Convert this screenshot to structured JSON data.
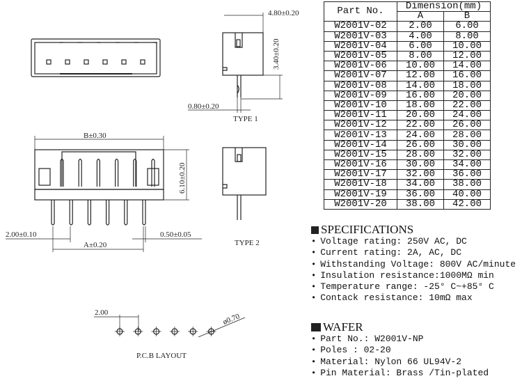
{
  "drawing": {
    "dim_width_type1": "4.80±0.20",
    "dim_height_type1": "3.40±0.20",
    "dim_pin_width": "0.80±0.20",
    "type1_label": "TYPE 1",
    "type2_label": "TYPE 2",
    "dim_B": "B±0.30",
    "dim_height_front": "6.10±0.20",
    "dim_pitch": "2.00±0.10",
    "dim_A": "A±0.20",
    "dim_pin_thickness": "0.50±0.05",
    "pcb_pitch": "2.00",
    "pcb_hole": "ø0.70",
    "pcb_label": "P.C.B LAYOUT",
    "pin_count": 6
  },
  "table": {
    "header_part": "Part No.",
    "header_dimension": "Dimension(mm)",
    "header_a": "A",
    "header_b": "B",
    "rows": [
      [
        "W2001V-02",
        "2.00",
        "6.00"
      ],
      [
        "W2001V-03",
        "4.00",
        "8.00"
      ],
      [
        "W2001V-04",
        "6.00",
        "10.00"
      ],
      [
        "W2001V-05",
        "8.00",
        "12.00"
      ],
      [
        "W2001V-06",
        "10.00",
        "14.00"
      ],
      [
        "W2001V-07",
        "12.00",
        "16.00"
      ],
      [
        "W2001V-08",
        "14.00",
        "18.00"
      ],
      [
        "W2001V-09",
        "16.00",
        "20.00"
      ],
      [
        "W2001V-10",
        "18.00",
        "22.00"
      ],
      [
        "W2001V-11",
        "20.00",
        "24.00"
      ],
      [
        "W2001V-12",
        "22.00",
        "26.00"
      ],
      [
        "W2001V-13",
        "24.00",
        "28.00"
      ],
      [
        "W2001V-14",
        "26.00",
        "30.00"
      ],
      [
        "W2001V-15",
        "28.00",
        "32.00"
      ],
      [
        "W2001V-16",
        "30.00",
        "34.00"
      ],
      [
        "W2001V-17",
        "32.00",
        "36.00"
      ],
      [
        "W2001V-18",
        "34.00",
        "38.00"
      ],
      [
        "W2001V-19",
        "36.00",
        "40.00"
      ],
      [
        "W2001V-20",
        "38.00",
        "42.00"
      ]
    ]
  },
  "specifications": {
    "title": "SPECIFICATIONS",
    "items": [
      "Voltage rating: 250V AC, DC",
      "Current rating: 2A, AC, DC",
      "Withstanding Voltage: 800V AC/minute",
      "Insulation resistance:1000MΩ min",
      "Temperature range: -25° C~+85° C",
      "Contack resistance: 10mΩ max"
    ]
  },
  "wafer": {
    "title": "WAFER",
    "items": [
      "Part No.: W2001V-NP",
      "Poles : 02-20",
      "Material: Nylon 66 UL94V-2",
      "Pin Material: Brass /Tin-plated"
    ]
  }
}
